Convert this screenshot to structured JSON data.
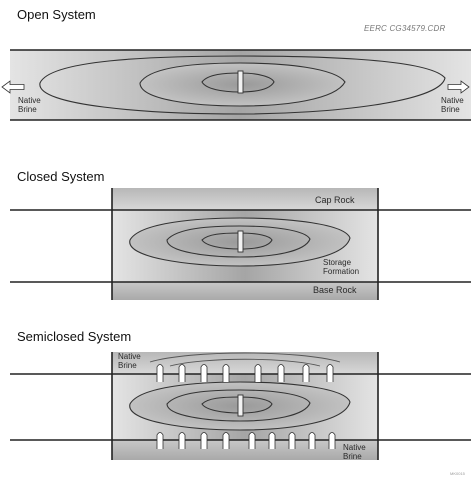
{
  "figure": {
    "credit": "EERC CG34579.CDR",
    "figure_id": "MK0015"
  },
  "open_system": {
    "title": "Open System",
    "label_left": [
      "Native",
      "Brine"
    ],
    "label_right": [
      "Native",
      "Brine"
    ]
  },
  "closed_system": {
    "title": "Closed System",
    "cap_rock": "Cap Rock",
    "storage": [
      "Storage",
      "Formation"
    ],
    "base_rock": "Base Rock"
  },
  "semiclosed_system": {
    "title": "Semiclosed System",
    "native_top": [
      "Native",
      "Brine"
    ],
    "native_bottom": [
      "Native",
      "Brine"
    ]
  },
  "colors": {
    "line": "#222222",
    "gray_dark": "#a6a6a6",
    "gray_light": "#e2e2e2"
  },
  "icons": [
    "arrow-left-icon",
    "arrow-right-icon",
    "arrow-up-icon"
  ]
}
